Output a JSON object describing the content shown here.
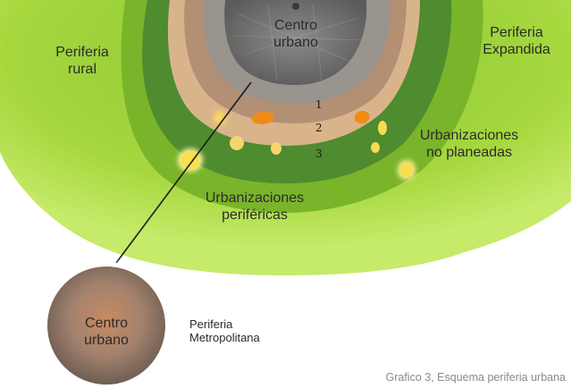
{
  "labels": {
    "centro_top": "Centro\nurbano",
    "periferia_rural": "Periferia\nrural",
    "periferia_expandida": "Periferia\nExpandida",
    "urbanizaciones_no_planeadas": "Urbanizaciones\nno planeadas",
    "urbanizaciones_perifericas": "Urbanizaciones\nperiféricas",
    "centro_bottom": "Centro\nurbano",
    "periferia_metropolitana": "Periferia\nMetropolitana"
  },
  "ring_numbers": [
    "1",
    "2",
    "3"
  ],
  "caption": "Grafico 3, Esquema periferia urbana",
  "colors": {
    "outer_green": "#9ed13a",
    "mid_green": "#79b52a",
    "dark_green": "#4f8a2e",
    "tan_ring": "#b8957a",
    "light_tan": "#d7b088",
    "gray_ring": "#9c9590",
    "city_gray": "#6f6f6f",
    "orange_blob": "#f08a16",
    "yellow_blob": "#f6dc52",
    "brown_circle": "#8b7565"
  }
}
